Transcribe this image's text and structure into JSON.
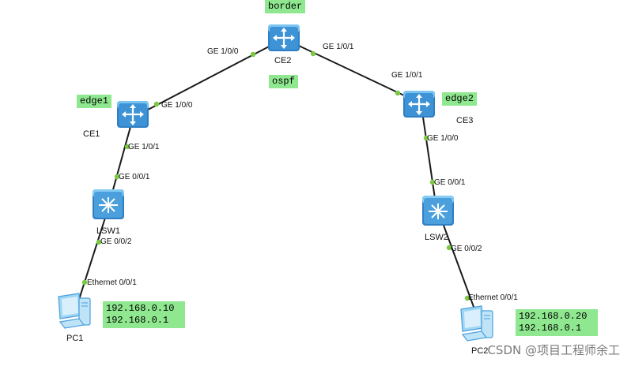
{
  "colors": {
    "link": "#1a1a1a",
    "port_dot": "#7ac943",
    "tag_bg": "#8fe88f",
    "device_dark": "#2f7fc4",
    "device_light": "#7cc4f0"
  },
  "devices": {
    "ce2": {
      "name": "CE2",
      "icon": "router-icon"
    },
    "ce1": {
      "name": "CE1",
      "icon": "router-icon"
    },
    "ce3": {
      "name": "CE3",
      "icon": "router-icon"
    },
    "lsw1": {
      "name": "LSW1",
      "icon": "switch-icon"
    },
    "lsw2": {
      "name": "LSW2",
      "icon": "switch-icon"
    },
    "pc1": {
      "name": "PC1",
      "icon": "pc-icon"
    },
    "pc2": {
      "name": "PC2",
      "icon": "pc-icon"
    }
  },
  "tags": {
    "border": "border",
    "ospf": "ospf",
    "edge1": "edge1",
    "edge2": "edge2"
  },
  "ports": {
    "ce2_left": "GE 1/0/0",
    "ce2_right": "GE 1/0/1",
    "ce1_up": "GE 1/0/0",
    "ce1_down": "GE 1/0/1",
    "ce3_up": "GE 1/0/1",
    "ce3_down": "GE 1/0/0",
    "lsw1_up": "GE 0/0/1",
    "lsw1_down": "GE 0/0/2",
    "lsw2_up": "GE 0/0/1",
    "lsw2_down": "GE 0/0/2",
    "pc1_eth": "Ethernet 0/0/1",
    "pc2_eth": "Ethernet 0/0/1"
  },
  "pc1_ip": {
    "address": "192.168.0.10",
    "gateway": "192.168.0.1"
  },
  "pc2_ip": {
    "address": "192.168.0.20",
    "gateway": "192.168.0.1"
  },
  "watermark": "CSDN @项目工程师余工"
}
